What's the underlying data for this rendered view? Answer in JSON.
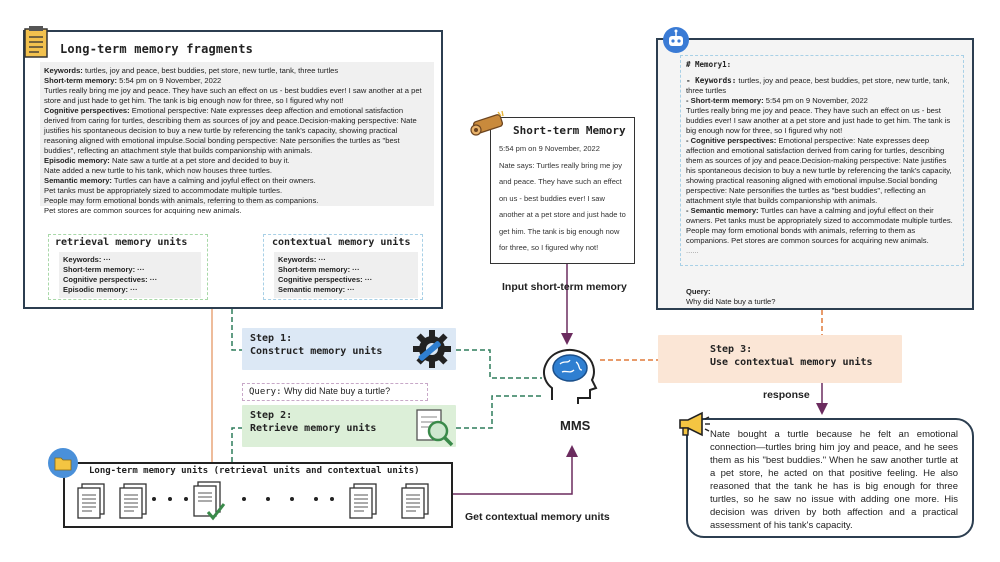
{
  "ltm": {
    "title": "Long-term memory fragments",
    "lines": [
      {
        "k": "Keywords:",
        "v": " turtles, joy and peace, best buddies, pet store, new turtle, tank, three turtles"
      },
      {
        "k": "Short-term memory:",
        "v": " 5:54 pm on 9 November, 2022"
      },
      {
        "k": "",
        "v": "Turtles really bring me joy and peace. They have such an effect on us - best buddies ever! I saw another at a pet store and just hade to get him. The tank is big enough now for three, so I figured why not!"
      },
      {
        "k": "Cognitive perspectives:",
        "v": " Emotional perspective: Nate expresses deep affection and emotional satisfaction derived from caring for turtles, describing them as sources of joy and peace.Decision-making perspective: Nate justifies his spontaneous decision to buy a new turtle by referencing the tank's capacity, showing practical reasoning aligned with emotional impulse.Social bonding perspective: Nate personifies the turtles as \"best buddies\", reflecting an attachment style that builds companionship with animals."
      },
      {
        "k": "Episodic memory:",
        "v": " Nate saw a turtle at a pet store and decided to buy it."
      },
      {
        "k": "",
        "v": "Nate added a new turtle to his tank, which now houses three turtles."
      },
      {
        "k": "Semantic memory:",
        "v": " Turtles can have a calming and joyful effect on their owners."
      },
      {
        "k": "",
        "v": "Pet tanks must be appropriately sized to accommodate multiple turtles."
      },
      {
        "k": "",
        "v": "People may form emotional bonds with animals, referring to them as companions."
      },
      {
        "k": "",
        "v": "Pet stores are common sources for acquiring new animals."
      }
    ]
  },
  "retrieval": {
    "title": "retrieval memory units",
    "items": [
      "Keywords: ···",
      "Short-term memory: ···",
      "Cognitive perspectives: ···",
      "Episodic memory: ···"
    ]
  },
  "contextual": {
    "title": "contextual memory units",
    "items": [
      "Keywords: ···",
      "Short-term memory: ···",
      "Cognitive perspectives: ···",
      "Semantic memory: ···"
    ]
  },
  "stm": {
    "title": "Short-term Memory",
    "time": "5:54 pm on 9 November, 2022",
    "text": "Nate says: Turtles really bring me joy and peace. They have such an effect on us - best buddies ever! I saw another at a pet store and just hade to get him. The tank is big enough now for three, so I figured why not!"
  },
  "memory1": {
    "header": "# Memory1:",
    "lines": [
      {
        "k": "- Keywords:",
        "v": " turtles, joy and peace, best buddies, pet store, new turtle, tank, three turtles"
      },
      {
        "k": "- Short-term memory:",
        "v": " 5:54 pm on 9 November, 2022"
      },
      {
        "k": "",
        "v": "Turtles really bring me joy and peace. They have such an effect on us - best buddies ever! I saw another at a pet store and just hade to get him. The tank is big enough now for three, so I figured why not!"
      },
      {
        "k": "- Cognitive perspectives:",
        "v": " Emotional perspective: Nate expresses deep affection and emotional satisfaction derived from caring for turtles, describing them as sources of joy and peace.Decision-making perspective: Nate justifies his spontaneous decision to buy a new turtle by referencing the tank's capacity, showing practical reasoning aligned with emotional impulse.Social bonding perspective: Nate personifies the turtles as \"best buddies\", reflecting an attachment style that builds companionship with animals."
      },
      {
        "k": "- Semantic memory:",
        "v": " Turtles can have a calming and joyful effect on their owners. Pet tanks must be appropriately sized to accommodate multiple turtles. People may form emotional bonds with animals, referring to them as companions. Pet stores are common sources for acquiring new animals."
      }
    ],
    "ellipsis": "......",
    "query_label": "Query:",
    "query_text": "Why did Nate buy a turtle?"
  },
  "steps": {
    "step1": "Step 1:\nConstruct memory units",
    "step2": "Step 2:\nRetrieve memory units",
    "step3": "Step 3:\nUse contextual memory units"
  },
  "query": {
    "label": "Query:",
    "text": "Why did Nate buy a turtle?"
  },
  "units": {
    "title": "Long-term memory units (retrieval units and contextual units)"
  },
  "labels": {
    "input": "Input short-term memory",
    "get": "Get contextual memory units",
    "mms": "MMS",
    "response": "response"
  },
  "response": {
    "text": "Nate bought a turtle because he felt an emotional connection—turtles bring him joy and peace, and he sees them as his \"best buddies.\" When he saw another turtle at a pet store, he acted on that positive feeling. He also reasoned that the tank he has is big enough for three turtles, so he saw no issue with adding one more. His decision was driven by both affection and a practical assessment of his tank's capacity."
  },
  "colors": {
    "dark_border": "#2c3e50",
    "step1_bg": "#dce8f5",
    "step2_bg": "#dcefd8",
    "step3_bg": "#fbe6d6",
    "arrow_purple": "#6b2c5f",
    "arrow_green": "#2e7d5b",
    "arrow_orange": "#e07a3a"
  },
  "icons": [
    "notepad-icon",
    "scroll-icon",
    "robot-icon",
    "gear-wrench-icon",
    "magnifier-doc-icon",
    "openai-icon",
    "brain-head-icon",
    "megaphone-icon",
    "folder-icon",
    "document-icon"
  ]
}
